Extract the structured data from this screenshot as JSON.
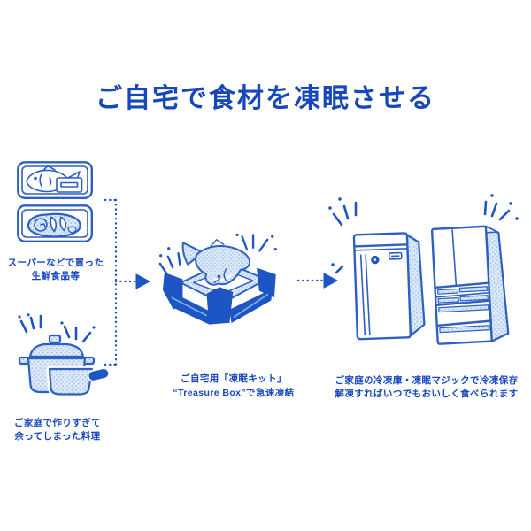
{
  "title": "ご自宅で食材を凍眠させる",
  "colors": {
    "accent": "#1747bd",
    "outline": "#2e5fc2",
    "solid": "#1d56c4",
    "light": "#dce9f8",
    "dot": "#a3c2ea",
    "bg": "#ffffff"
  },
  "steps": [
    {
      "id": "supermarket-foods",
      "caption": "スーパーなどで買った\n生鮮食品等"
    },
    {
      "id": "homemade-dishes",
      "caption": "ご家庭で作りすぎて\n余ってしまった料理"
    },
    {
      "id": "freeze-kit",
      "caption": "ご自宅用「凍眠キット」\n“Treasure Box”で急速凍結"
    },
    {
      "id": "frozen-storage",
      "caption": "ご家庭の冷凍庫・凍眠マジックで冷凍保存\n解凍すればいつでもおいしく食べられます"
    }
  ],
  "icons": {
    "fish_package": "fish-package-icon",
    "meat_package": "meat-package-icon",
    "pot_pan": "pot-pan-icon",
    "treasure_box": "treasure-box-icon",
    "freezer": "freezer-icon",
    "refrigerator": "refrigerator-icon",
    "arrow_right": "arrow-right-icon"
  }
}
